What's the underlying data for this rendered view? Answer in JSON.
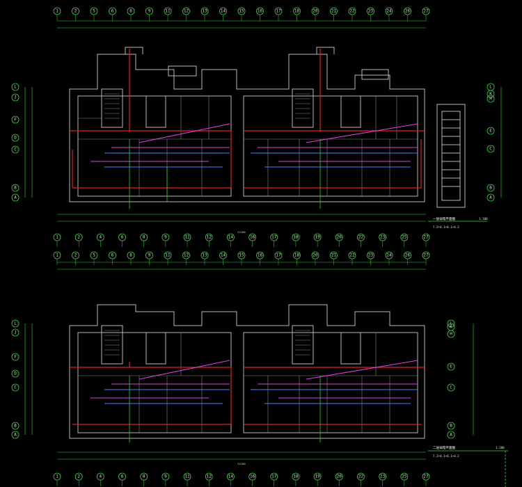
{
  "drawing": {
    "top_plan_axes_top": [
      "1",
      "2",
      "5",
      "6",
      "8",
      "9",
      "11",
      "12",
      "13",
      "14",
      "15",
      "16",
      "17",
      "18",
      "20",
      "21",
      "22",
      "23",
      "24",
      "26",
      "27"
    ],
    "top_plan_axes_bottom": [
      "1",
      "2",
      "4",
      "6",
      "8",
      "9",
      "11",
      "12",
      "14",
      "16",
      "17",
      "18",
      "19",
      "20",
      "22",
      "23",
      "25",
      "27"
    ],
    "bottom_plan_axes_top": [
      "1",
      "2",
      "5",
      "6",
      "8",
      "9",
      "11",
      "12",
      "13",
      "14",
      "15",
      "16",
      "17",
      "18",
      "20",
      "21",
      "22",
      "23",
      "24",
      "26",
      "27"
    ],
    "bottom_plan_axes_bottom": [
      "1",
      "2",
      "4",
      "6",
      "8",
      "9",
      "11",
      "12",
      "14",
      "16",
      "17",
      "18",
      "19",
      "20",
      "22",
      "23",
      "25",
      "27"
    ],
    "row_axes_left": [
      "L",
      "J",
      "F",
      "D",
      "C",
      "B",
      "A"
    ],
    "row_axes_right_top": [
      "L",
      "K",
      "H",
      "E",
      "C",
      "B",
      "A"
    ],
    "row_axes_right_bottom": [
      "L",
      "K",
      "H",
      "E",
      "C",
      "B",
      "A"
    ],
    "title_top": "一层弱电平面图",
    "scale_top": "1:100",
    "subtitle_top": "7.2+4.1+8.1+4.2",
    "title_bottom": "二层弱电平面图",
    "scale_bottom": "1:100",
    "subtitle_bottom": "7.2+4.1+8.1+4.2",
    "overall_dim": "52100"
  },
  "colors": {
    "background": "#000000",
    "axis_green": "#3fd23f",
    "wall_gray": "#b9b9b9",
    "cable_red": "#e02020",
    "cable_magenta": "#e040e0",
    "cable_blue": "#4080ff"
  }
}
